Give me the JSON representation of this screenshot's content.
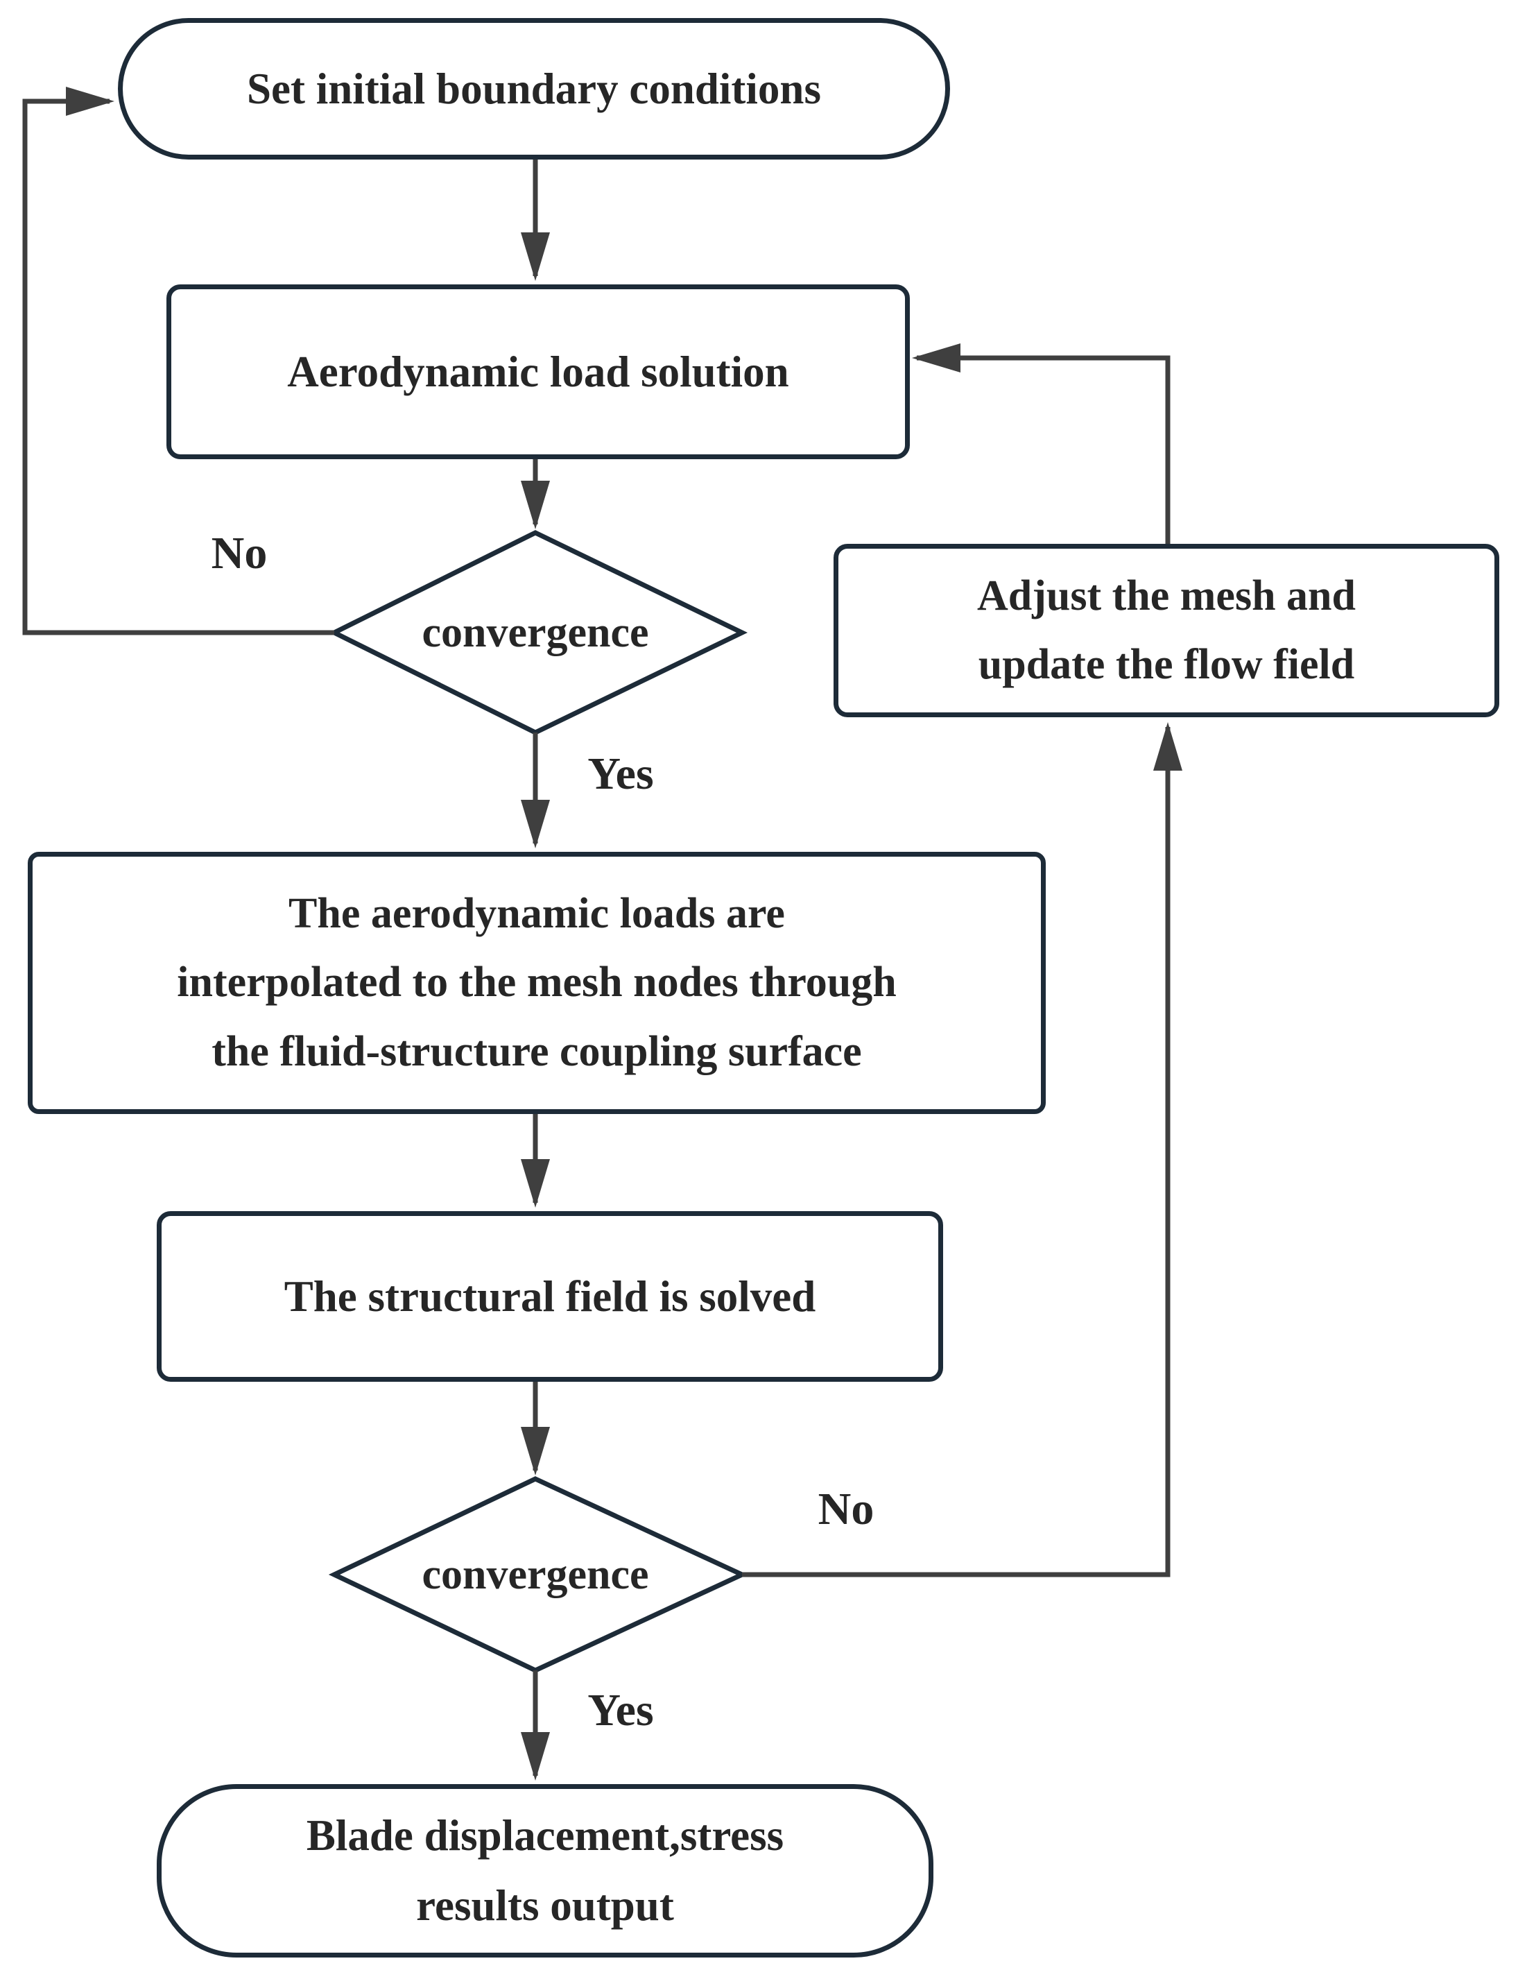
{
  "diagram": {
    "nodes": {
      "start": {
        "label": "Set initial boundary conditions",
        "shape": "terminator"
      },
      "aero_load": {
        "label": "Aerodynamic load solution",
        "shape": "process"
      },
      "convergence1": {
        "label": "convergence",
        "shape": "decision"
      },
      "adjust_mesh": {
        "label": "Adjust the mesh and\nupdate the flow field",
        "shape": "process"
      },
      "interpolate": {
        "label": "The aerodynamic loads are\ninterpolated to the mesh nodes through\nthe fluid-structure coupling surface",
        "shape": "process"
      },
      "structural": {
        "label": "The structural field is solved",
        "shape": "process"
      },
      "convergence2": {
        "label": "convergence",
        "shape": "decision"
      },
      "output": {
        "label": "Blade displacement,stress\nresults output",
        "shape": "terminator"
      }
    },
    "edge_labels": {
      "no1": "No",
      "yes1": "Yes",
      "no2": "No",
      "yes2": "Yes"
    },
    "colors": {
      "border": "#1d2b38",
      "line": "#3f3f3f",
      "text": "#262626",
      "background": "#ffffff"
    }
  }
}
